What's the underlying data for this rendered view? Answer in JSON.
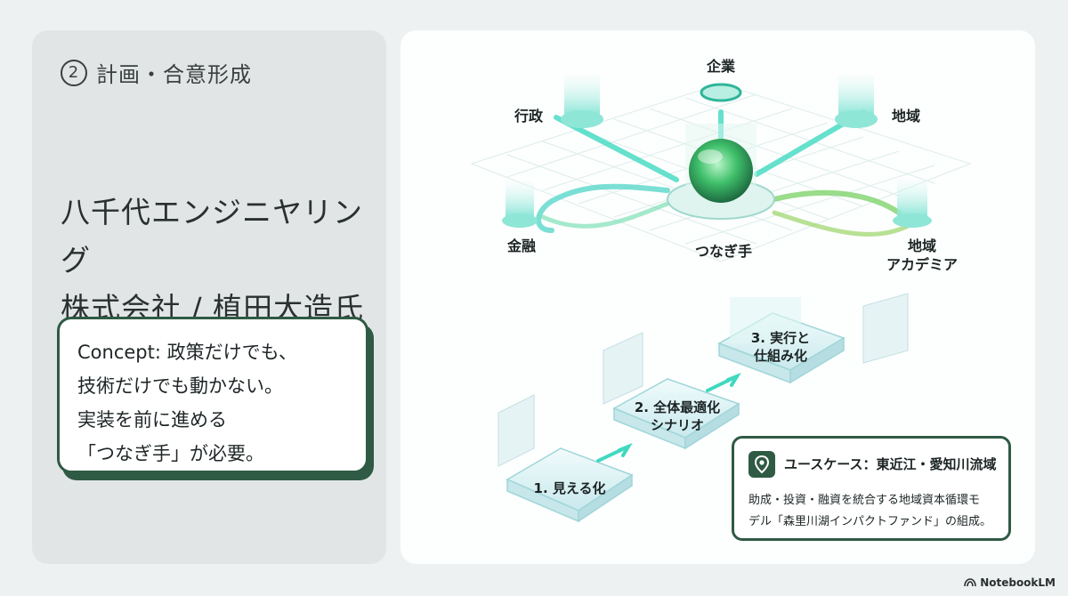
{
  "left": {
    "section_number": "2",
    "section_title": "計画・合意形成",
    "company_line1": "八千代エンジニヤリング",
    "company_line2": "株式会社 / 植田大造氏",
    "concept": "Concept: 政策だけでも、\n技術だけでも動かない。\n実装を前に進める\n「つなぎ手」が必要。"
  },
  "diagram": {
    "nodes": {
      "top": "企業",
      "upper_left": "行政",
      "upper_right": "地域",
      "lower_left": "金融",
      "center": "つなぎ手",
      "lower_right": "地域\nアカデミア"
    },
    "steps": [
      "1. 見える化",
      "2. 全体最適化\nシナリオ",
      "3. 実行と\n仕組み化"
    ],
    "usecase": {
      "title": "ユースケース：東近江・愛知川流域",
      "body": "助成・投資・融資を統合する地域資本循環モ\nデル「森里川湖インパクトファンド」の組成。"
    },
    "colors": {
      "accent": "#2f5a44",
      "glow": "#3fd9c0",
      "green": "#4cc96b"
    }
  },
  "footer": {
    "brand": "NotebookLM"
  }
}
